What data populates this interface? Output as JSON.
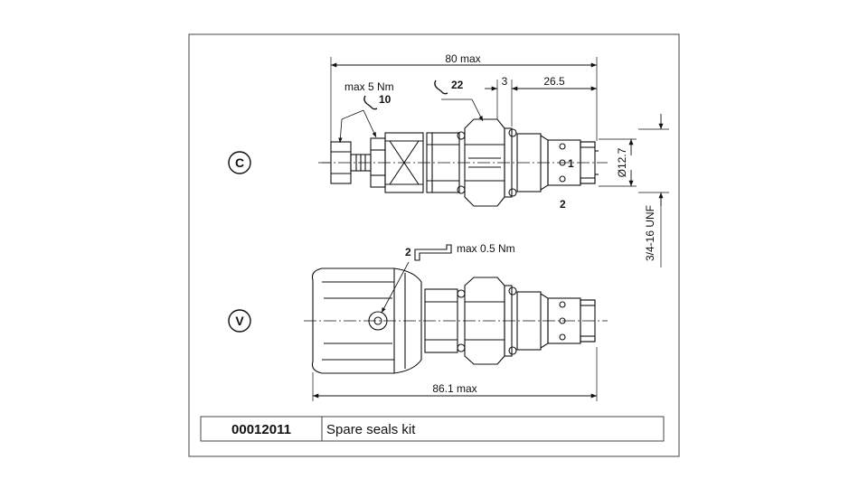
{
  "views": {
    "c_label": "C",
    "v_label": "V"
  },
  "dimensions": {
    "overall_c": "80 max",
    "overall_v": "86.1 max",
    "gap": "3",
    "nose_length": "26.5",
    "diameter": "Ø12.7",
    "thread": "3/4-16 UNF"
  },
  "torque": {
    "locknut_text": "max 5 Nm",
    "locknut_wrench": "10",
    "body_wrench": "22",
    "allen_size": "2",
    "allen_torque": "max 0.5 Nm"
  },
  "ports": {
    "port1": "1",
    "port2": "2"
  },
  "seal_kit": {
    "code": "00012011",
    "description": "Spare seals kit"
  },
  "colors": {
    "line": "#111111",
    "frame": "#444444",
    "background": "#ffffff"
  }
}
